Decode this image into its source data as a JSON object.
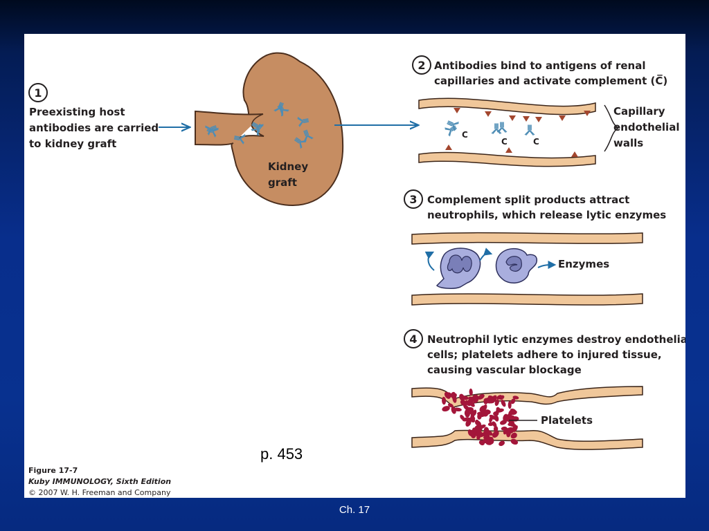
{
  "step1": {
    "number": "1",
    "lines": [
      "Preexisting host",
      "antibodies are carried",
      "to kidney graft"
    ]
  },
  "kidney_label": [
    "Kidney",
    "graft"
  ],
  "step2": {
    "number": "2",
    "lines": [
      "Antibodies bind to antigens of renal",
      "capillaries and activate complement (C̅)"
    ]
  },
  "complement_symbol": "C",
  "capillary_label": [
    "Capillary",
    "endothelial",
    "walls"
  ],
  "step3": {
    "number": "3",
    "lines": [
      "Complement split products attract",
      "neutrophils, which release lytic enzymes"
    ]
  },
  "enzymes_label": "Enzymes",
  "step4": {
    "number": "4",
    "lines": [
      "Neutrophil lytic enzymes destroy endothelial",
      "cells; platelets adhere to injured tissue,",
      "causing vascular blockage"
    ]
  },
  "platelets_label": "Platelets",
  "page_ref": "p. 453",
  "caption": {
    "figure": "Figure 17-7",
    "book": "Kuby IMMUNOLOGY, Sixth Edition",
    "copyright": "© 2007 W. H. Freeman and Company"
  },
  "footer": "Ch. 17",
  "colors": {
    "kidney": "#c68d62",
    "vessel": "#f0c79a",
    "antibody": "#4e8db5",
    "arrow": "#1f6ea6",
    "antigen": "#a3462e",
    "neutrophil": "#a9aede",
    "platelet": "#a3163a"
  }
}
